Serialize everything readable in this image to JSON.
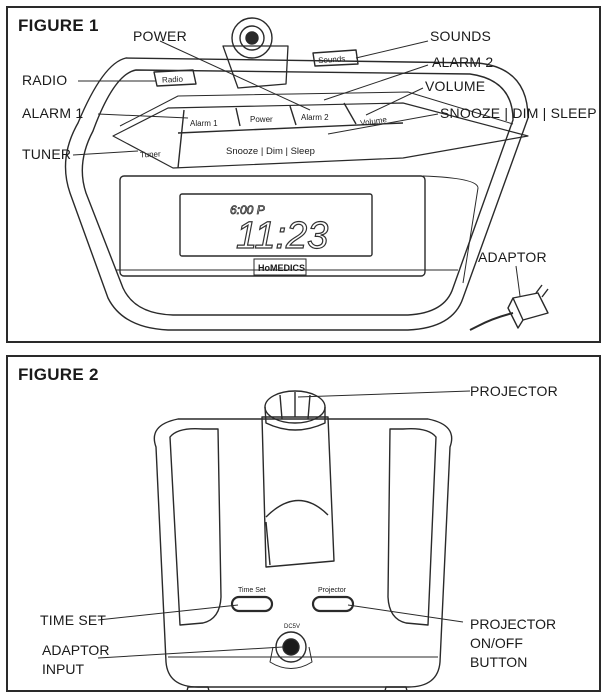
{
  "figure1": {
    "title": "FIGURE 1",
    "callouts": {
      "power": "POWER",
      "sounds": "SOUNDS",
      "alarm2": "ALARM 2",
      "radio": "RADIO",
      "volume": "VOLUME",
      "alarm1": "ALARM 1",
      "snooze_dim_sleep": "SNOOZE | DIM | SLEEP",
      "tuner": "TUNER",
      "adaptor": "ADAPTOR"
    },
    "device_labels": {
      "radio": "Radio",
      "sounds": "Sounds",
      "alarm1": "Alarm 1",
      "power": "Power",
      "alarm2": "Alarm 2",
      "volume": "Volume",
      "tuner": "Tuner",
      "snooze_bar": "Snooze | Dim | Sleep",
      "alarm_indicator": "6:00 P",
      "clock_time": "11:23",
      "brand": "HoMEDICS"
    }
  },
  "figure2": {
    "title": "FIGURE 2",
    "callouts": {
      "projector": "PROJECTOR",
      "time_set": "TIME SET",
      "adaptor_input": [
        "ADAPTOR",
        "INPUT"
      ],
      "projector_onoff": [
        "PROJECTOR",
        "ON/OFF",
        "BUTTON"
      ]
    },
    "device_labels": {
      "time_set": "Time Set",
      "projector": "Projector",
      "dc": "DC5V"
    }
  }
}
